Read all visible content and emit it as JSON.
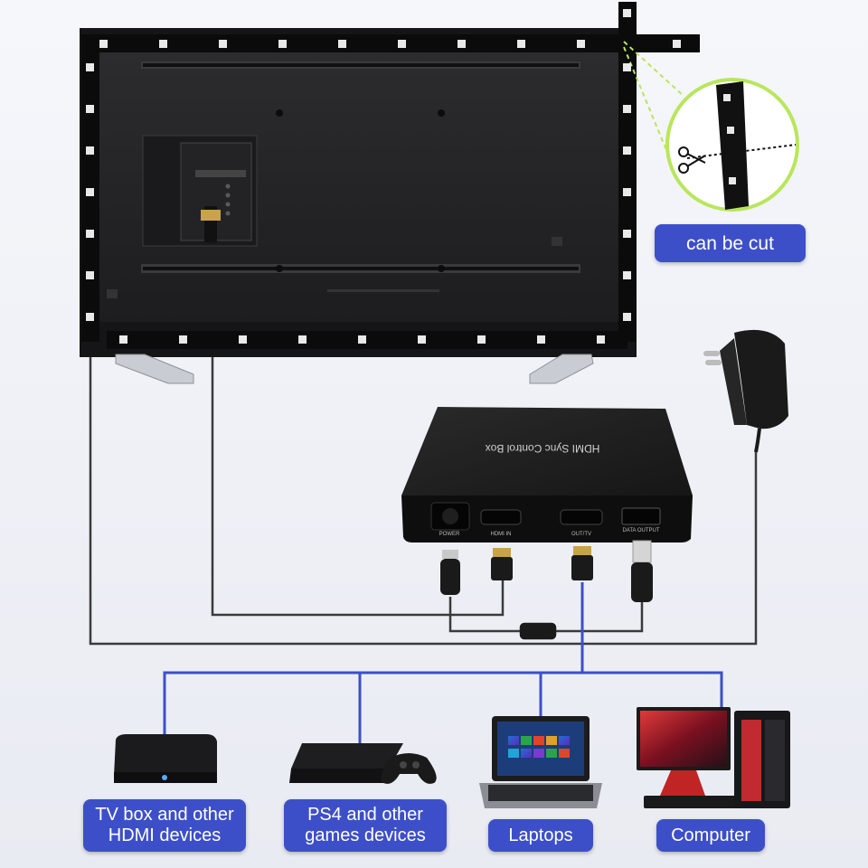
{
  "callout": {
    "text": "can be cut"
  },
  "control_box": {
    "title": "HDMI Sync Control Box",
    "ports": [
      "POWER",
      "HDMI IN",
      "OUT/TV",
      "DATA OUTPUT"
    ]
  },
  "devices": [
    {
      "id": "tvbox",
      "lines": [
        "TV box and other",
        "HDMI devices"
      ]
    },
    {
      "id": "ps4",
      "lines": [
        "PS4 and other",
        "games devices"
      ]
    },
    {
      "id": "laptops",
      "lines": [
        "Laptops"
      ]
    },
    {
      "id": "computer",
      "lines": [
        "Computer"
      ]
    }
  ],
  "colors": {
    "badge": "#3d4fc8",
    "hdmi_line": "#3d4fc8",
    "cable": "#3a3a3a",
    "callout_ring": "#b8e65c"
  },
  "icons": [
    "tv-back-icon",
    "led-strip-icon",
    "scissors-icon",
    "control-box-icon",
    "power-adapter-icon",
    "tv-box-icon",
    "ps4-console-icon",
    "gamepad-icon",
    "laptop-icon",
    "monitor-icon",
    "pc-tower-icon",
    "hdmi-plug-icon",
    "usb-plug-icon",
    "dc-plug-icon"
  ]
}
